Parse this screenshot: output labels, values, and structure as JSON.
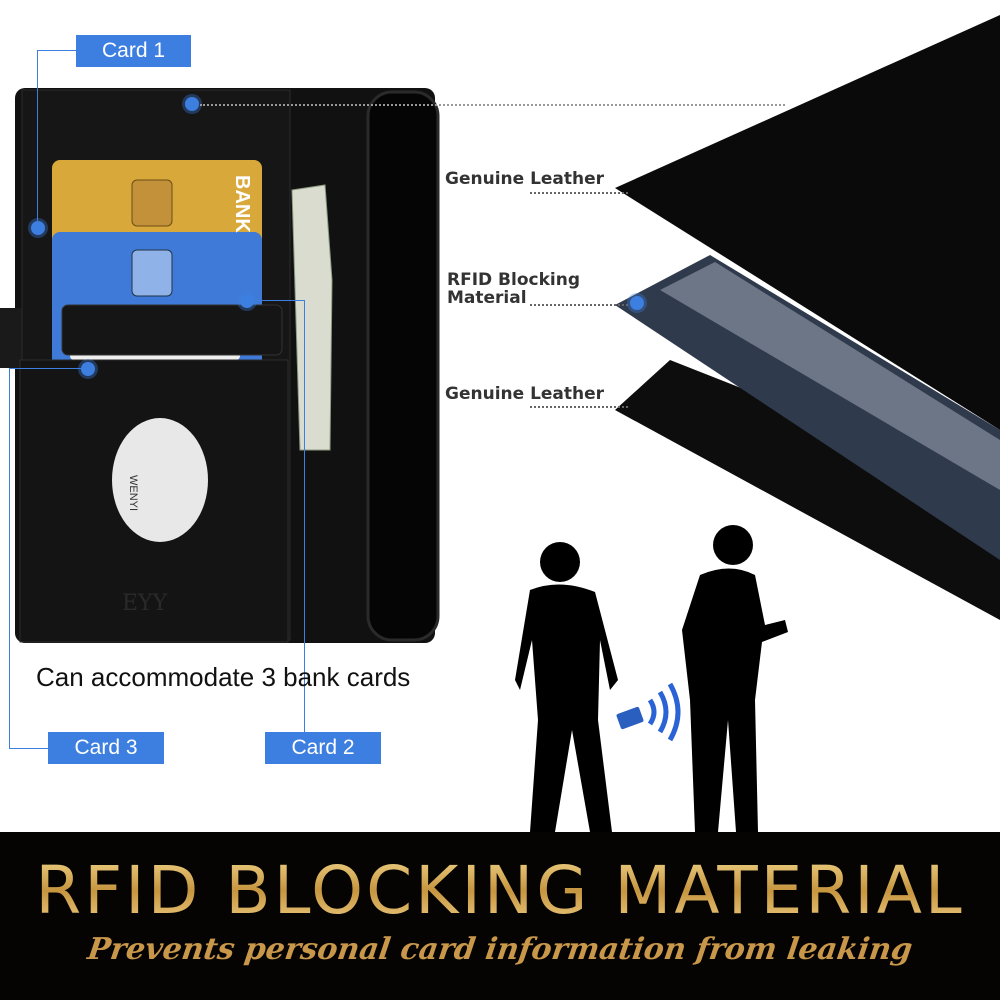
{
  "callouts": {
    "card1": "Card 1",
    "card2": "Card 2",
    "card3": "Card 3"
  },
  "caption": "Can accommodate 3 bank cards",
  "layers": [
    {
      "label": "Genuine Leather"
    },
    {
      "label": "RFID Blocking Material"
    },
    {
      "label": "Genuine Leather"
    }
  ],
  "banner": {
    "title": "RFID BLOCKING MATERIAL",
    "subtitle": "Prevents personal card information from leaking"
  },
  "logos": {
    "wallet_brand": "EYY",
    "button_brand": "WENYI",
    "card_bank": "BANK"
  },
  "colors": {
    "accent": "#3d7fe0",
    "gold": "#d9b25d",
    "banner": "#050403"
  }
}
